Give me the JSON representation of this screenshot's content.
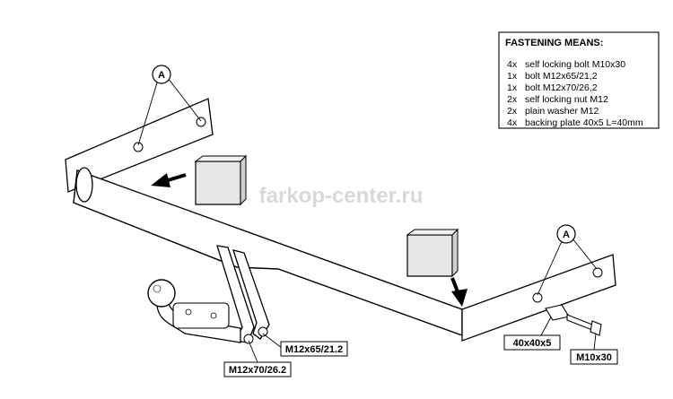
{
  "legend": {
    "title": "FASTENING MEANS:",
    "items": [
      {
        "qty": "4x",
        "desc": "self locking bolt M10x30"
      },
      {
        "qty": "1x",
        "desc": "bolt M12x65/21,2"
      },
      {
        "qty": "1x",
        "desc": "bolt M12x70/26,2"
      },
      {
        "qty": "2x",
        "desc": "self locking nut M12"
      },
      {
        "qty": "2x",
        "desc": "plain washer M12"
      },
      {
        "qty": "4x",
        "desc": "backing plate 40x5 L=40mm"
      }
    ]
  },
  "callouts": {
    "left_bracket": "A",
    "right_bracket": "A",
    "bolt_upper": "M12x65/21.2",
    "bolt_lower": "M12x70/26.2",
    "backing_plate": "40x40x5",
    "mount_bolt": "M10x30"
  },
  "watermark": "farkop-center.ru",
  "colors": {
    "line": "#000000",
    "fill": "#ffffff",
    "block": "#e6e6e6",
    "watermark": "#d9d9d9"
  }
}
